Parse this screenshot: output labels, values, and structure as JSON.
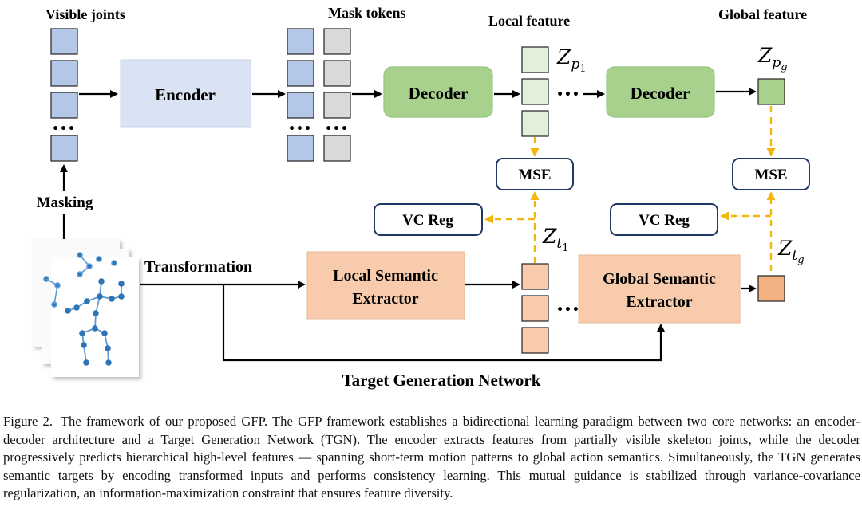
{
  "figure": {
    "labels": {
      "visible_joints": "Visible joints",
      "mask_tokens": "Mask tokens",
      "local_feature": "Local feature",
      "global_feature": "Global feature",
      "masking": "Masking",
      "transformation": "Transformation",
      "target_generation_network": "Target Generation Network"
    },
    "blocks": {
      "encoder": "Encoder",
      "decoder_local": "Decoder",
      "decoder_global": "Decoder",
      "mse_local": "MSE",
      "mse_global": "MSE",
      "vc_reg_local": "VC Reg",
      "vc_reg_global": "VC Reg",
      "local_extractor_line1": "Local Semantic",
      "local_extractor_line2": "Extractor",
      "global_extractor_line1": "Global Semantic",
      "global_extractor_line2": "Extractor"
    },
    "symbols": {
      "z": "Z",
      "z_p1_sub": "p",
      "z_p1_subsub": "1",
      "z_pg_sub": "p",
      "z_pg_subsub": "g",
      "z_t1_sub": "t",
      "z_t1_subsub": "1",
      "z_tg_sub": "t",
      "z_tg_subsub": "g",
      "ellipsis": "•••"
    },
    "colors": {
      "encoder_fill": "#dae3f3",
      "token_blue": "#b4c7e7",
      "token_gray": "#d9d9d9",
      "decoder_fill": "#a9d18e",
      "decoder_stroke": "#92c57a",
      "local_feature_fill": "#e2f0d9",
      "global_feature_fill": "#a9d18e",
      "extractor_fill": "#f8cbad",
      "target_local_fill": "#f8cbad",
      "target_global_fill": "#f4b183",
      "loss_box_stroke": "#1f3864",
      "dashed_arrow": "#f2b70f",
      "skeleton_joint": "#2e75b6",
      "skeleton_bone": "#5b9bd5"
    }
  },
  "caption": {
    "label": "Figure 2.",
    "text": "The framework of our proposed GFP. The GFP framework establishes a bidirectional learning paradigm between two core networks: an encoder-decoder architecture and a Target Generation Network (TGN). The encoder extracts features from partially visible skeleton joints, while the decoder progressively predicts hierarchical high-level features — spanning short-term motion patterns to global action semantics. Simultaneously, the TGN generates semantic targets by encoding transformed inputs and performs consistency learning. This mutual guidance is stabilized through variance-covariance regularization, an information-maximization constraint that ensures feature diversity."
  }
}
